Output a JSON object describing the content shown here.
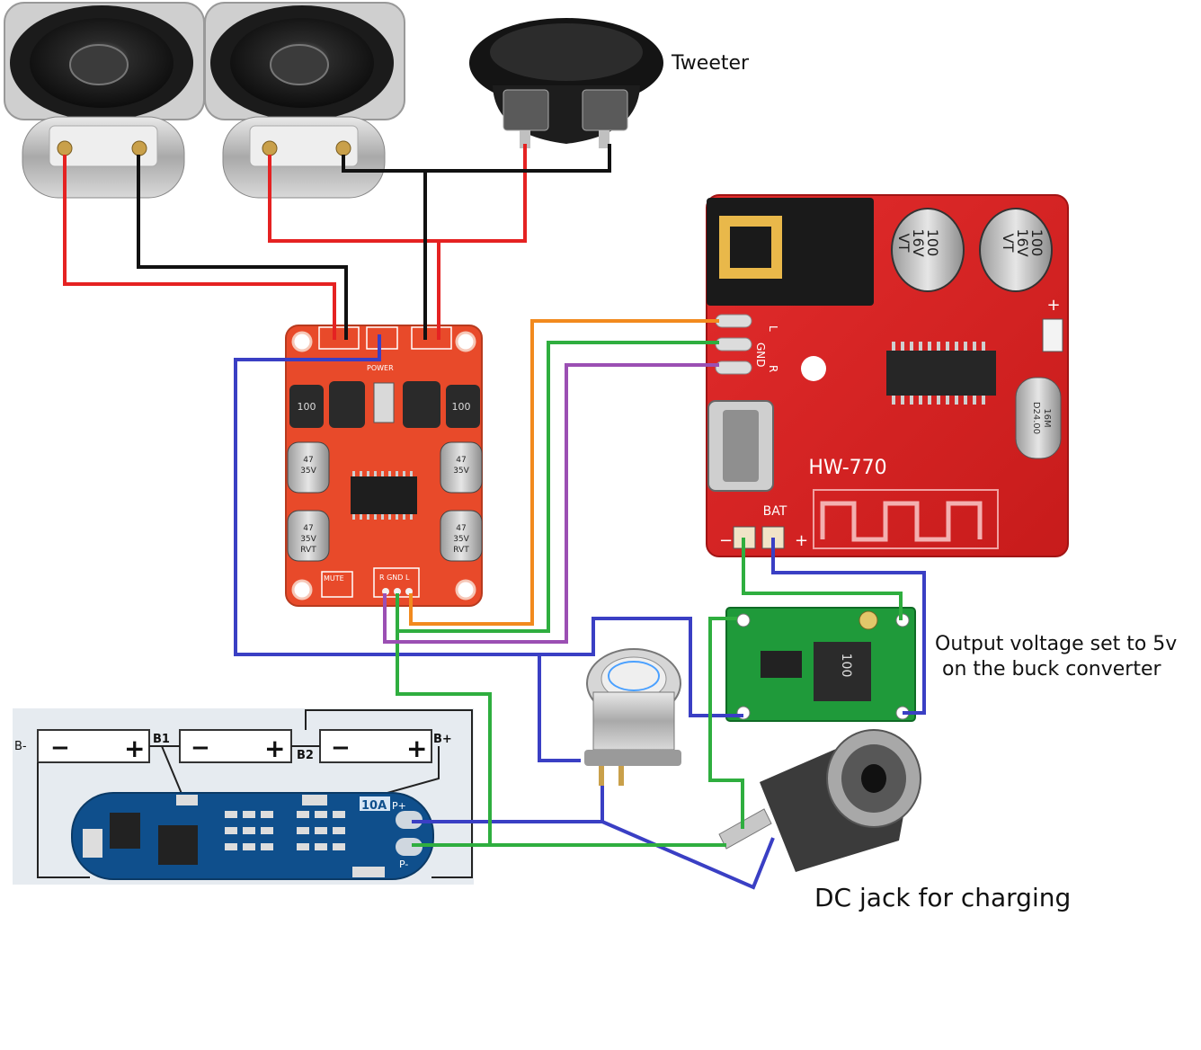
{
  "labels": {
    "tweeter": "Tweeter",
    "buck_line1": "Output voltage set to 5v",
    "buck_line2": "on the buck converter",
    "dc_jack": "DC jack for charging"
  },
  "bluetooth_board": {
    "model": "HW-770",
    "pins": {
      "left": "L",
      "gnd": "GND",
      "right": "R"
    },
    "bat": "BAT",
    "minus": "−",
    "plus": "+",
    "cap_text_1": "100",
    "cap_text_2": "16V",
    "cap_text_3": "VT",
    "crystal_1": "D24.00",
    "crystal_2": "16M",
    "plus_top": "+"
  },
  "amp_board": {
    "inductor_text": "100",
    "cap_text_1": "47",
    "cap_text_2": "35V",
    "cap_text_3": "RVT",
    "mute": "MUTE",
    "input_pins": "R GND L",
    "power": "POWER"
  },
  "bms_board": {
    "cells": [
      "−",
      "+",
      "−",
      "+",
      "−",
      "+"
    ],
    "b_minus": "B-",
    "b1": "B1",
    "b2": "B2",
    "b_plus": "B+",
    "rating": "10A",
    "p_plus": "P+",
    "p_minus": "P-"
  },
  "buck_board": {
    "inductor_text": "100"
  },
  "wire_colors": {
    "red": "#e52222",
    "black": "#111111",
    "blue": "#3a3fc4",
    "green": "#2fae3f",
    "orange": "#f28a1e",
    "purple": "#9b4fb3"
  }
}
